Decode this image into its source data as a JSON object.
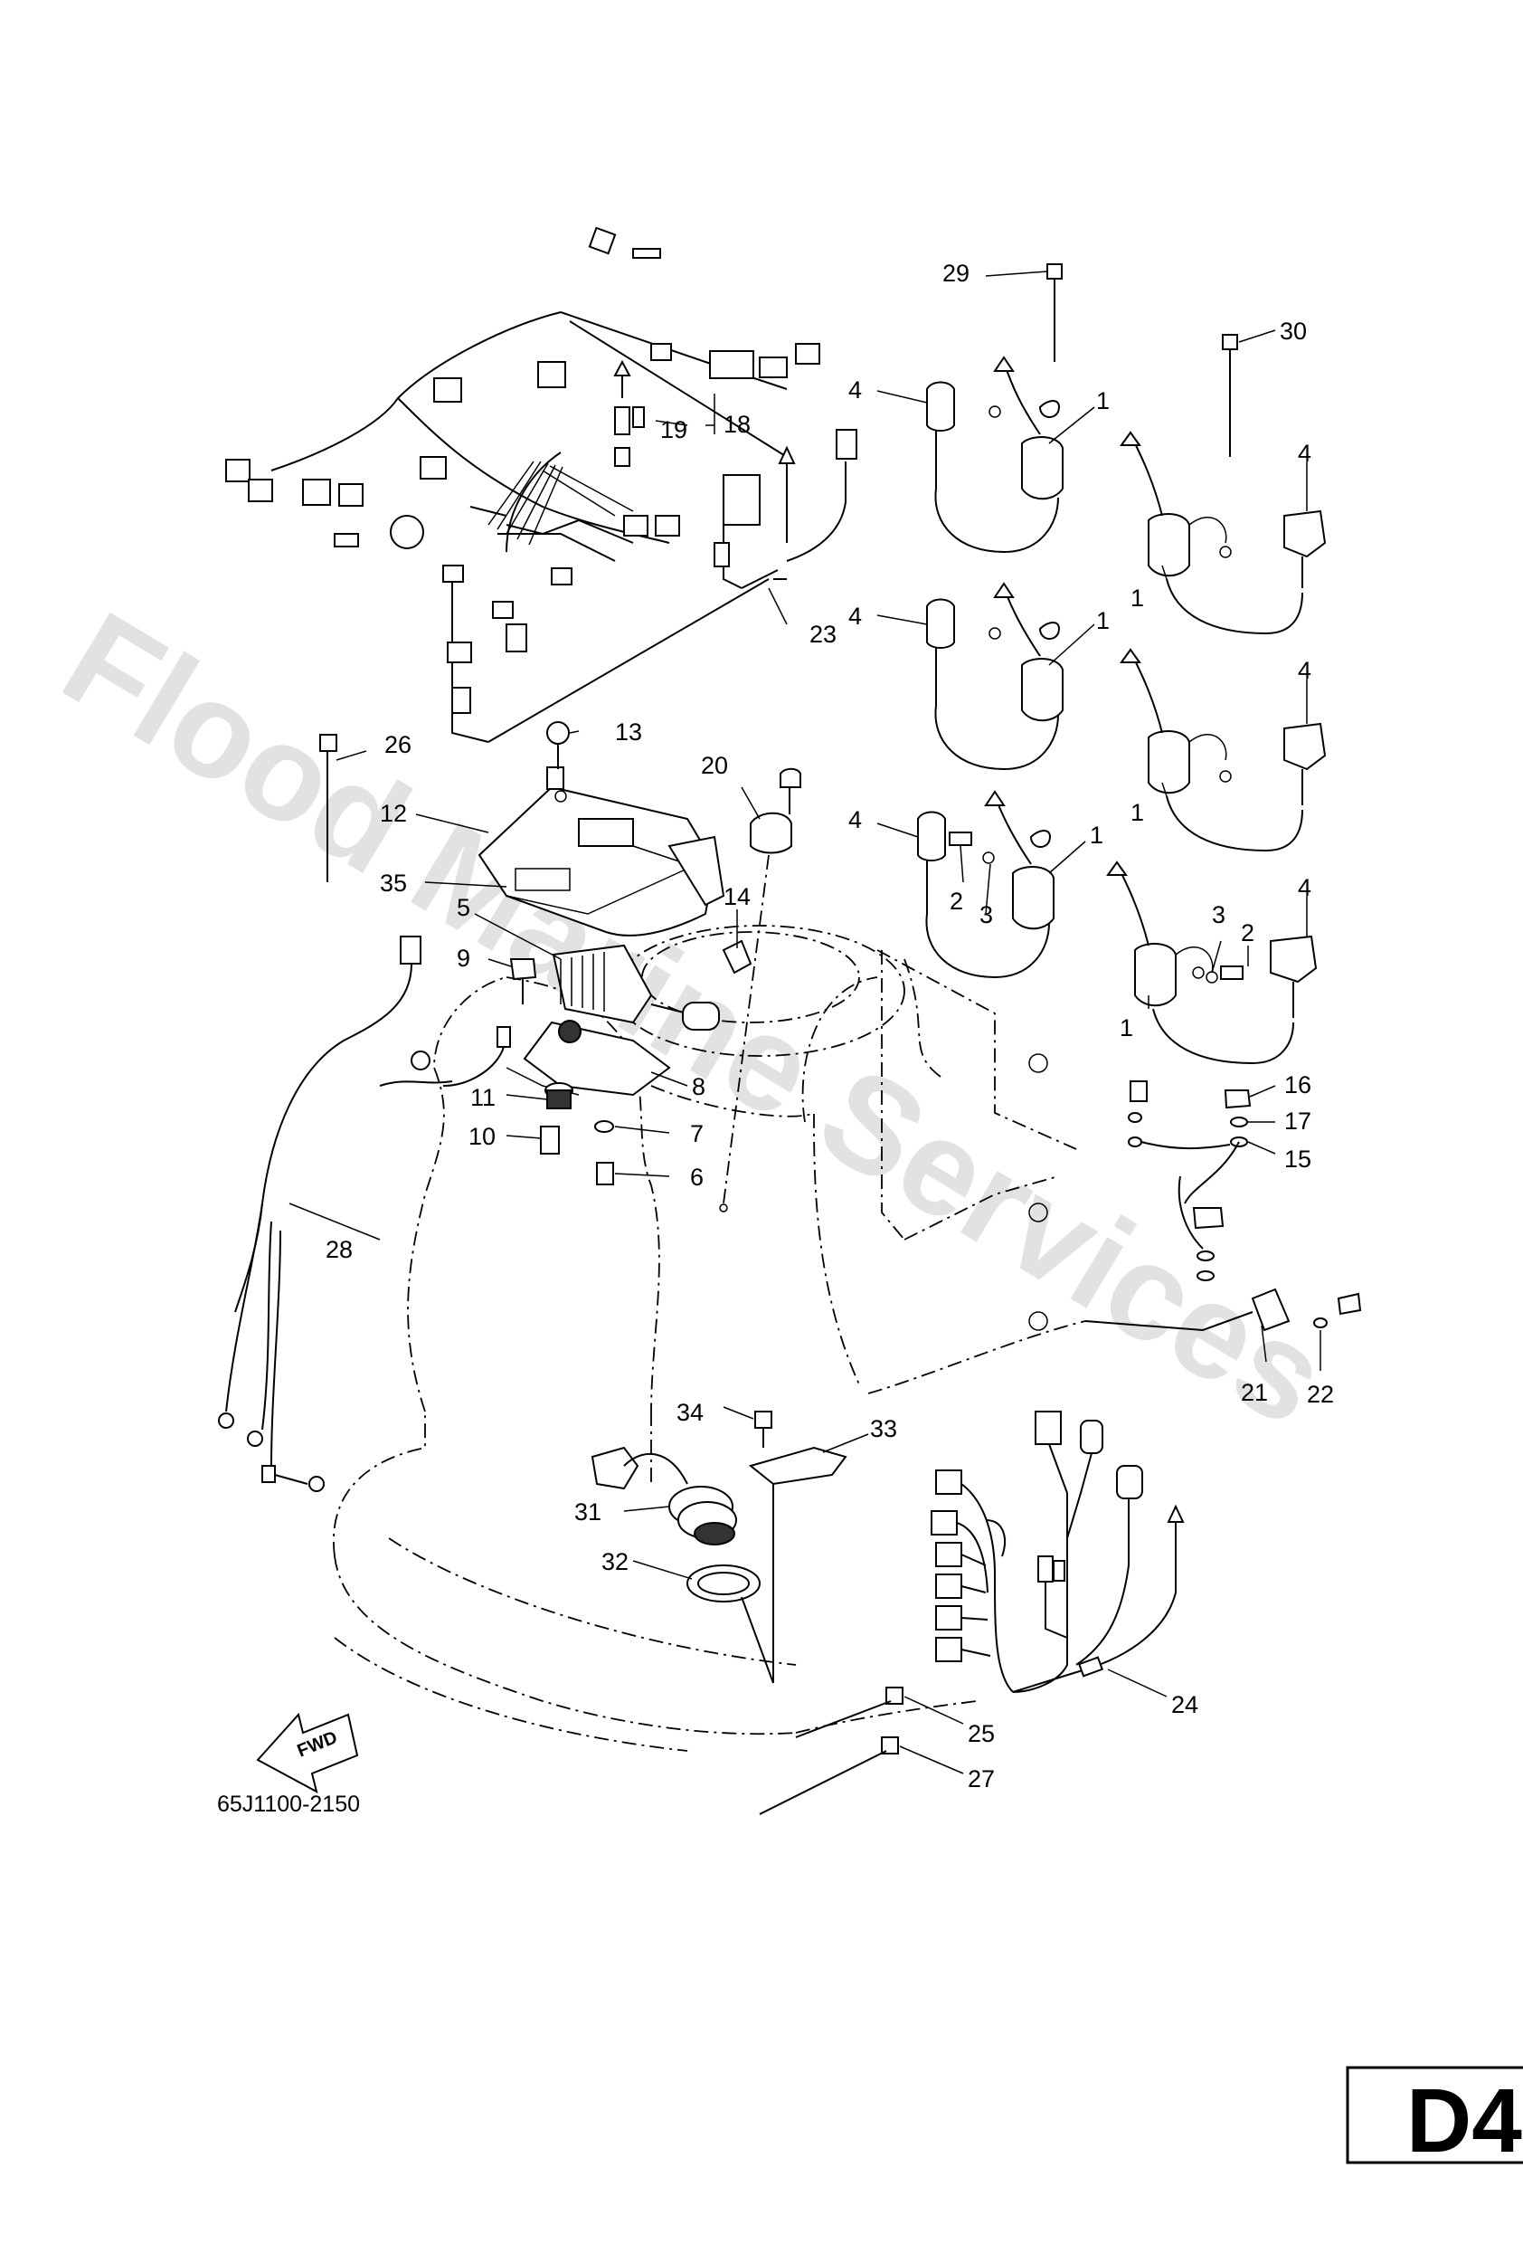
{
  "watermark": "Flood Marine Services",
  "drawing_code": "65J1100-2150",
  "page_label": "D4",
  "fwd_label": "FWD",
  "callouts": [
    {
      "id": "c1a",
      "label": "1"
    },
    {
      "id": "c1b",
      "label": "1"
    },
    {
      "id": "c1c",
      "label": "1"
    },
    {
      "id": "c1d",
      "label": "1"
    },
    {
      "id": "c1e",
      "label": "1"
    },
    {
      "id": "c1f",
      "label": "1"
    },
    {
      "id": "c2a",
      "label": "2"
    },
    {
      "id": "c2b",
      "label": "2"
    },
    {
      "id": "c3a",
      "label": "3"
    },
    {
      "id": "c3b",
      "label": "3"
    },
    {
      "id": "c4a",
      "label": "4"
    },
    {
      "id": "c4b",
      "label": "4"
    },
    {
      "id": "c4c",
      "label": "4"
    },
    {
      "id": "c4d",
      "label": "4"
    },
    {
      "id": "c4e",
      "label": "4"
    },
    {
      "id": "c4f",
      "label": "4"
    },
    {
      "id": "c5",
      "label": "5"
    },
    {
      "id": "c6",
      "label": "6"
    },
    {
      "id": "c7",
      "label": "7"
    },
    {
      "id": "c8",
      "label": "8"
    },
    {
      "id": "c9",
      "label": "9"
    },
    {
      "id": "c10",
      "label": "10"
    },
    {
      "id": "c11",
      "label": "11"
    },
    {
      "id": "c12",
      "label": "12"
    },
    {
      "id": "c13",
      "label": "13"
    },
    {
      "id": "c14",
      "label": "14"
    },
    {
      "id": "c15",
      "label": "15"
    },
    {
      "id": "c16",
      "label": "16"
    },
    {
      "id": "c17",
      "label": "17"
    },
    {
      "id": "c18",
      "label": "18"
    },
    {
      "id": "c19",
      "label": "19"
    },
    {
      "id": "c20",
      "label": "20"
    },
    {
      "id": "c21",
      "label": "21"
    },
    {
      "id": "c22",
      "label": "22"
    },
    {
      "id": "c23",
      "label": "23"
    },
    {
      "id": "c24",
      "label": "24"
    },
    {
      "id": "c25",
      "label": "25"
    },
    {
      "id": "c26",
      "label": "26"
    },
    {
      "id": "c27",
      "label": "27"
    },
    {
      "id": "c28",
      "label": "28"
    },
    {
      "id": "c29",
      "label": "29"
    },
    {
      "id": "c30",
      "label": "30"
    },
    {
      "id": "c31",
      "label": "31"
    },
    {
      "id": "c32",
      "label": "32"
    },
    {
      "id": "c33",
      "label": "33"
    },
    {
      "id": "c34",
      "label": "34"
    },
    {
      "id": "c35",
      "label": "35"
    }
  ]
}
